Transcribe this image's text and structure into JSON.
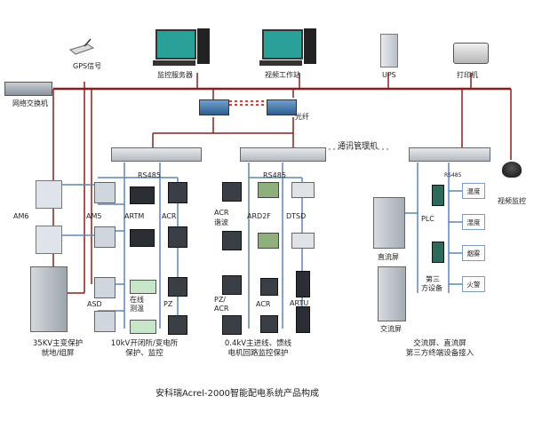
{
  "top": {
    "gps": "GPS信号",
    "switch": "网络交换机",
    "monitor_server": "监控服务器",
    "video_station": "视频工作站",
    "ups": "UPS",
    "printer": "打印机",
    "fiber": "光纤",
    "comm_manager": "通讯管理机",
    "video_monitor": "视频监控"
  },
  "devices": {
    "am6": "AM6",
    "am5": "AM5",
    "asd": "ASD",
    "rs485_a": "RS485",
    "artm": "ARTM",
    "acr_a": "ACR",
    "online_temp_1": "在线",
    "online_temp_2": "测温",
    "pz_a": "PZ",
    "rs485_b": "RS485",
    "acr_b": "ACR",
    "eleak": "谐波",
    "ard2f": "ARD2F",
    "dtsd": "DTSD",
    "pz_acr_1": "PZ/",
    "pz_acr_2": "ACR",
    "acr_c": "ACR",
    "artu": "ARTU",
    "dc_screen": "直流屏",
    "ac_screen": "交流屏",
    "plc": "PLC",
    "third_1": "第三",
    "third_2": "方设备",
    "rs485_c": "RS485",
    "temp": "温度",
    "humidity": "湿度",
    "smoke": "烟雾",
    "fire": "火警"
  },
  "captions": {
    "c1_l1": "35KV主变保护",
    "c1_l2": "就地/组屏",
    "c2_l1": "10kV开闭所/变电所",
    "c2_l2": "保护、监控",
    "c3_l1": "0.4kV主进线、馈线",
    "c3_l2": "电机回路监控保护",
    "c4_l1": "交流屏、直流屏",
    "c4_l2": "第三方终端设备接入"
  },
  "title": "安科瑞Acrel-2000智能配电系统产品构成",
  "colors": {
    "network": "#8b1d1d",
    "bus": "#5b86b5"
  }
}
